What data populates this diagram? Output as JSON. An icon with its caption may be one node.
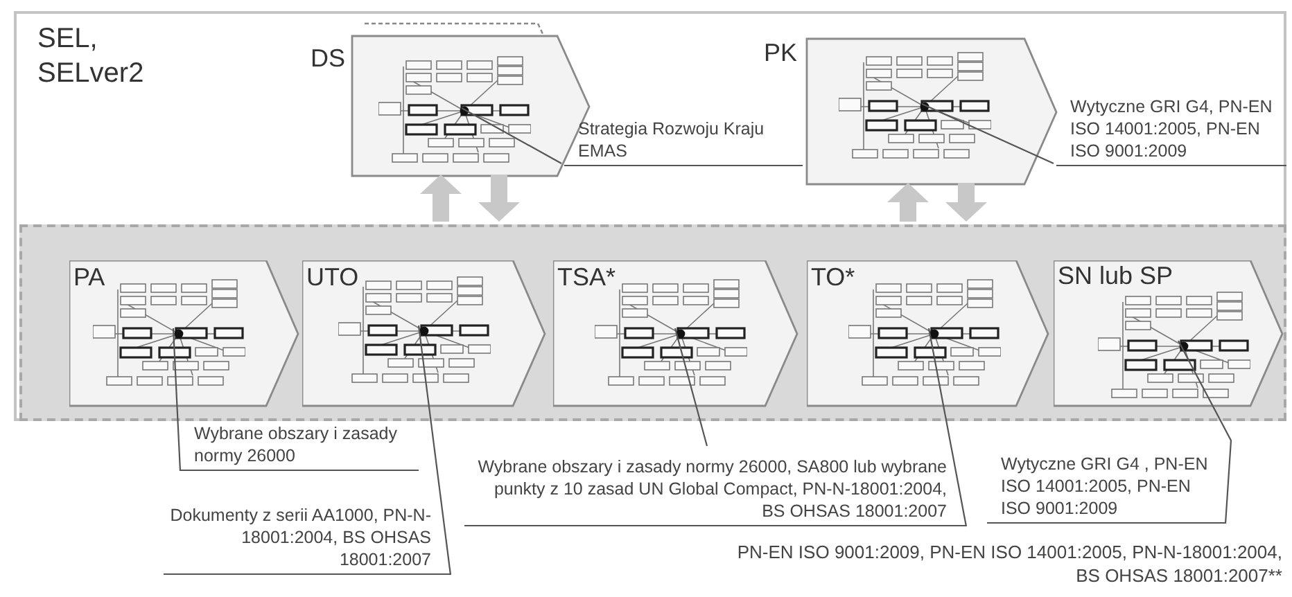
{
  "diagram": {
    "nodes": [
      {
        "text": [
          "SEL, SELver2"
        ]
      },
      {
        "text": [
          "DS"
        ],
        "in": 0
      },
      {
        "text": [
          "PK"
        ],
        "in": 0
      },
      {
        "text": [],
        "shape": "box",
        "in": 0
      },
      {
        "text": [
          "PA"
        ],
        "in": 3
      },
      {
        "text": [
          "UTO"
        ],
        "in": 3
      },
      {
        "text": [
          "TSA*"
        ],
        "in": 3
      },
      {
        "text": [
          "TO*"
        ],
        "in": 3
      },
      {
        "text": [
          "SN lub SP"
        ],
        "in": 3
      },
      {
        "text": [
          "Strategia Rozwoju Kraju EMAS"
        ],
        "in": 0
      },
      {
        "text": [
          "Wytyczne GRI G4, PN-EN ISO 14001:2005, PN-EN ISO 9001:2009"
        ],
        "in": 0
      },
      {
        "text": [
          "Wybrane obszary i zasady normy 26000"
        ]
      },
      {
        "text": [
          "Dokumenty z serii AA1000, PN-N-18001:2004, BS OHSAS 18001:2007"
        ]
      },
      {
        "text": [
          "Wybrane obszary i zasady normy 26000, SA800 lub wybrane punkty z 10 zasad UN Global Compact, PN-N-18001:2004, BS OHSAS 18001:2007"
        ]
      },
      {
        "text": [
          "Wytyczne GRI G4 , PN-EN ISO 14001:2005, PN-EN ISO 9001:2009"
        ]
      }
    ],
    "edges": [
      {
        "from": 3,
        "to": 1,
        "arrow": "to",
        "style": "thick",
        "color": "#c8c8c8"
      },
      {
        "from": 1,
        "to": 3,
        "arrow": "to",
        "style": "thick",
        "color": "#c8c8c8"
      },
      {
        "from": 3,
        "to": 2,
        "arrow": "to",
        "style": "thick",
        "color": "#c8c8c8"
      },
      {
        "from": 2,
        "to": 3,
        "arrow": "to",
        "style": "thick",
        "color": "#c8c8c8"
      },
      {
        "from": 1,
        "to": 9,
        "arrow": "none"
      },
      {
        "from": 2,
        "to": 10,
        "arrow": "none"
      },
      {
        "from": 4,
        "to": 11,
        "arrow": "none"
      },
      {
        "from": 5,
        "to": 12,
        "arrow": "none"
      },
      {
        "from": 6,
        "to": 13,
        "arrow": "none"
      },
      {
        "from": 7,
        "to": 13,
        "arrow": "none"
      },
      {
        "from": 8,
        "to": 14,
        "arrow": "none"
      }
    ],
    "labels": [
      "PN-EN ISO 9001:2009, PN-EN ISO 14001:2005, PN-N-18001:2004, BS OHSAS 18001:2007**"
    ]
  }
}
